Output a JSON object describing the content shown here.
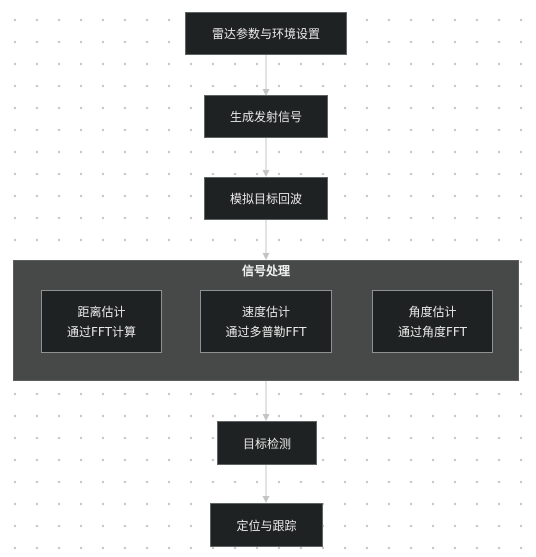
{
  "flow": {
    "steps": [
      {
        "id": "radar-params",
        "label": "雷达参数与环境设置"
      },
      {
        "id": "generate-signal",
        "label": "生成发射信号"
      },
      {
        "id": "simulate-echo",
        "label": "模拟目标回波"
      },
      {
        "id": "target-detection",
        "label": "目标检测"
      },
      {
        "id": "localization-tracking",
        "label": "定位与跟踪"
      }
    ],
    "group": {
      "title": "信号处理",
      "items": [
        {
          "line1": "距离估计",
          "line2": "通过FFT计算"
        },
        {
          "line1": "速度估计",
          "line2": "通过多普勒FFT"
        },
        {
          "line1": "角度估计",
          "line2": "通过角度FFT"
        }
      ]
    }
  },
  "colors": {
    "node_fill": "#1f2222",
    "group_fill": "#474948",
    "connector": "#c4c4c4",
    "text": "#e9e9e9"
  }
}
